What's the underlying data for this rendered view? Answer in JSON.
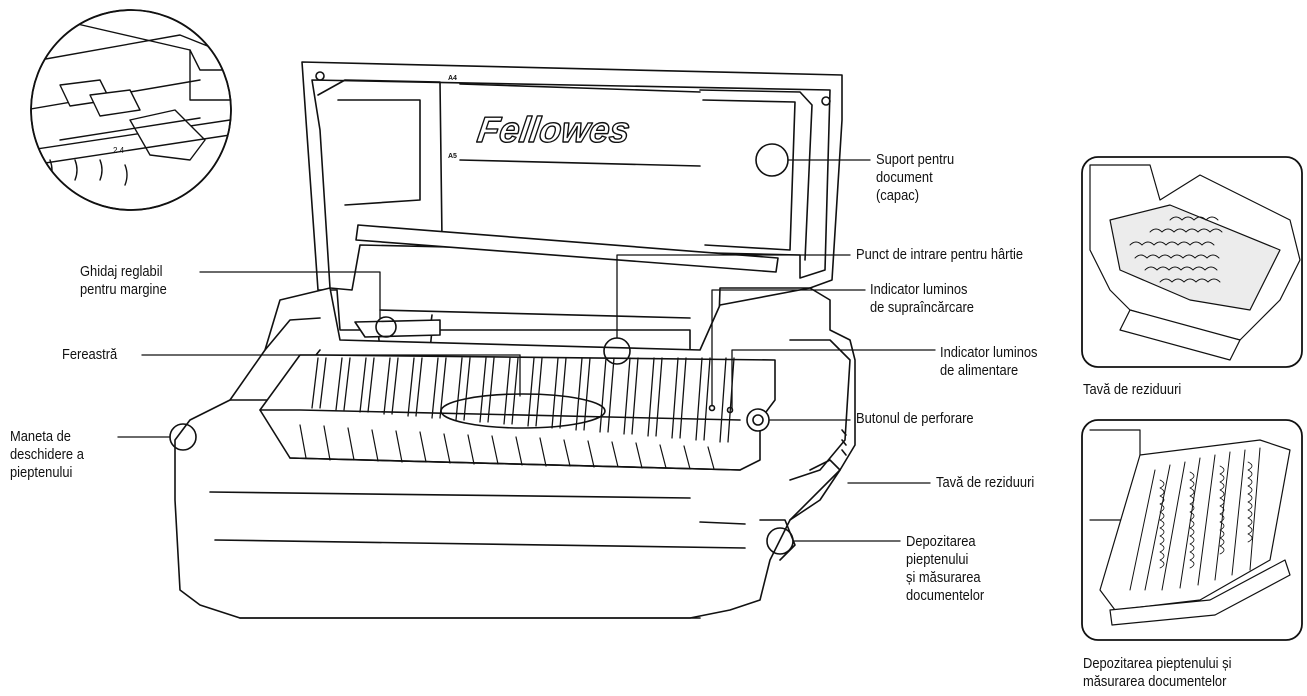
{
  "brand": "Fellowes",
  "lid_marks": {
    "a4": "A4",
    "a5": "A5"
  },
  "inset_marks": "2  4",
  "callouts": {
    "document_support": [
      "Suport pentru",
      "document",
      "(capac)"
    ],
    "paper_entry": [
      "Punct de intrare pentru hârtie"
    ],
    "overload_light": [
      "Indicator luminos",
      "de supraîncărcare"
    ],
    "power_light": [
      "Indicator luminos",
      "de alimentare"
    ],
    "punch_button": [
      "Butonul de perforare"
    ],
    "waste_tray": [
      "Tavă de reziduuri"
    ],
    "comb_storage": [
      "Depozitarea",
      "pieptenului",
      "și măsurarea",
      "documentelor"
    ],
    "margin_guide": [
      "Ghidaj reglabil",
      "pentru margine"
    ],
    "window": [
      "Fereastră"
    ],
    "comb_lever": [
      "Maneta de",
      "deschidere a",
      "pieptenului"
    ]
  },
  "panel_captions": {
    "waste_tray": "Tavă de reziduuri",
    "comb_storage": [
      "Depozitarea pieptenului și",
      "măsurarea documentelor"
    ]
  },
  "colors": {
    "line": "#111111",
    "fill": "#ffffff",
    "shade": "#ededed"
  }
}
